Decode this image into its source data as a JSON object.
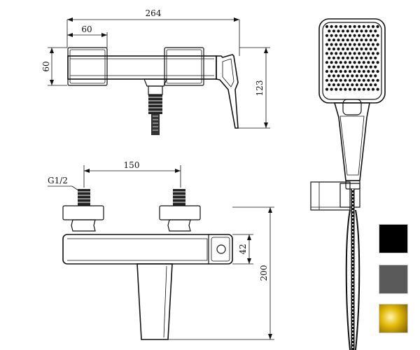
{
  "dimensions": {
    "overall_width": "264",
    "bracket_width": "60",
    "bracket_depth": "60",
    "height_top_view": "123",
    "inlet_spacing": "150",
    "thread": "G1/2",
    "body_height": "42",
    "spout_drop": "200"
  },
  "finishes": [
    {
      "name": "black",
      "color": "#000000"
    },
    {
      "name": "gunmetal",
      "color": "#5a5a5a"
    },
    {
      "name": "gold",
      "color": "#e2b90a"
    }
  ]
}
